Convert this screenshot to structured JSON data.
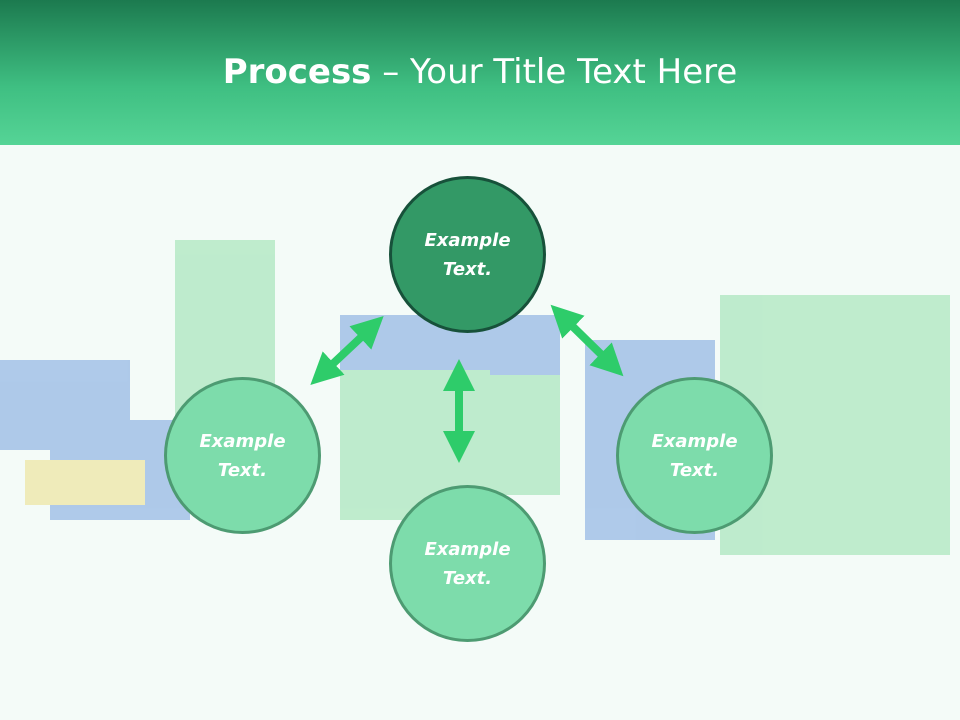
{
  "header": {
    "title_bold": "Process",
    "title_rest": " – Your Title Text Here"
  },
  "nodes": [
    {
      "text_line1": "Example",
      "text_line2": "Text."
    },
    {
      "text_line1": "Example",
      "text_line2": "Text."
    },
    {
      "text_line1": "Example",
      "text_line2": "Text."
    },
    {
      "text_line1": "Example",
      "text_line2": "Text."
    }
  ],
  "colors": {
    "header_dark": "#1c7a4f",
    "header_light": "#55d496",
    "node_center": "#339966",
    "node_outer": "#7ddcab",
    "arrow": "#2ecc6a"
  }
}
